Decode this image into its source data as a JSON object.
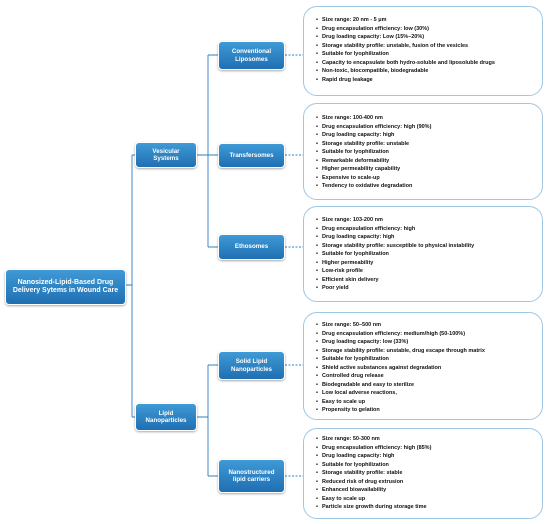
{
  "root": {
    "label": "Nanosized-Lipid-Based Drug Delivery Sytems in Wound Care"
  },
  "categories": {
    "vesicular": "Vesicular Systems",
    "lipid_nano": "Lipid Nanoparticles"
  },
  "subtypes": {
    "conventional_liposomes": "Conventional Liposomes",
    "transfersomes": "Transfersomes",
    "ethosomes": "Ethosomes",
    "sln": "Solid Lipid Nanoparticles",
    "nlc": "Nanostructured lipid carriers"
  },
  "properties": {
    "conventional_liposomes": [
      "Size range:  20 nm - 5 μm",
      "Drug encapsulation efficiency: low (30%)",
      "Drug loading capacity: Low (15%–20%)",
      "Storage stability profile: unstable, fusion of the vesicles",
      "Suitable for lyophilization",
      "Capacity to encapsulate both hydro-soluble and liposoluble drugs",
      "Non-toxic, biocompatible, biodegradable",
      "Rapid drug leakage"
    ],
    "transfersomes": [
      "Size range: 100-400 nm",
      "Drug encapsulation efficiency: high (90%)",
      "Drug loading capacity: high",
      "Storage stability profile: unstable",
      "Suitable for lyophilization",
      "Remarkable deformability",
      "Higher permeability capability",
      "Expensive to scale-up",
      "Tendency to oxidative degradation"
    ],
    "ethosomes": [
      "Size range: 103-200 nm",
      "Drug encapsulation efficiency: high",
      "Drug loading capacity: high",
      "Storage stability profile: susceptible to physical instability",
      "Suitable for lyophilization",
      "Higher permeability",
      "Low-risk profile",
      "Efficient skin delivery",
      "Poor yield"
    ],
    "sln": [
      "Size range: 50–500 nm",
      "Drug encapsulation efficiency: medium/high (50-100%)",
      "Drug loading capacity: low (33%)",
      "Storage stability profile: unstable, drug escape through matrix",
      "Suitable for lyophilization",
      "Shield active substances against degradation",
      "Controlled drug release",
      "Biodegradable and easy to sterilize",
      "Low local adverse reactions,",
      "Easy to scale up",
      "Propensity to gelation"
    ],
    "nlc": [
      "Size range: 50-300 nm",
      "Drug encapsulation efficiency: high (85%)",
      "Drug loading capacity: high",
      "Suitable for lyophilization",
      "Storage stability profile: stable",
      "Reduced risk of drug extrusion",
      "Enhanced bioavailability",
      "Easy to scale up",
      "Particle size growth during storage time"
    ]
  }
}
